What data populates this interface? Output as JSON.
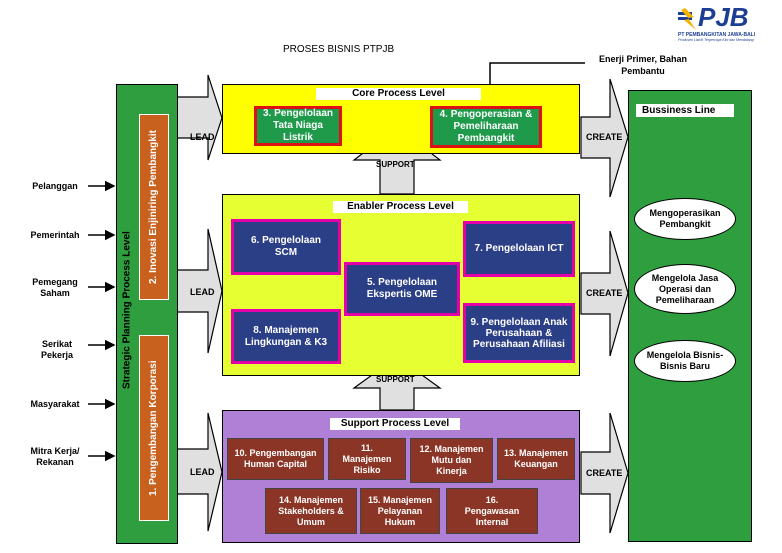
{
  "header": {
    "title": "PROSES BISNIS PTPJB",
    "logo_text": "PJB",
    "company_name": "PT PEMBANGKITAN JAWA-BALI",
    "company_tagline": "Produsen Listrik Terpercaya Kini dan Mendatang"
  },
  "energy_note": "Enerji Primer, Bahan Pembantu",
  "stakeholders": [
    "Pelanggan",
    "Pemerintah",
    "Pemegang Saham",
    "Serikat Pekerja",
    "Masyarakat",
    "Mitra Kerja/ Rekanan"
  ],
  "strategic": {
    "label": "Strategic Planning Process Level",
    "box1": "2. Inovasi Enjiniring Pembangkit",
    "box2": "1. Pengembangan Korporasi"
  },
  "lead_label": "LEAD",
  "create_label": "CREATE",
  "support_label": "SUPPORT",
  "core": {
    "title": "Core Process Level",
    "items": [
      "3. Pengelolaan Tata Niaga Listrik",
      "4. Pengoperasian & Pemeliharaan Pembangkit"
    ]
  },
  "enabler": {
    "title": "Enabler Process Level",
    "items": [
      "6. Pengelolaan SCM",
      "5. Pengelolaan Ekspertis OME",
      "7. Pengelolaan ICT",
      "8. Manajemen Lingkungan & K3",
      "9. Pengelolaan Anak Perusahaan & Perusahaan Afiliasi"
    ]
  },
  "support": {
    "title": "Support Process Level",
    "items": [
      "10. Pengembangan Human Capital",
      "11. Manajemen Risiko",
      "12. Manajemen Mutu dan Kinerja",
      "13. Manajemen Keuangan",
      "14. Manajemen Stakeholders & Umum",
      "15. Manajemen Pelayanan Hukum",
      "16. Pengawasan Internal"
    ]
  },
  "business_line": {
    "title": "Bussiness Line",
    "items": [
      "Mengoperasikan Pembangkit",
      "Mengelola Jasa Operasi dan Pemeliharaan",
      "Mengelola Bisnis-Bisnis Baru"
    ]
  },
  "colors": {
    "green": "#2e9e3e",
    "orange": "#c8611e",
    "yellow": "#ffff00",
    "lime": "#e6ff33",
    "purple": "#b07fd6",
    "navy": "#2b3f86",
    "maroon": "#8b3526",
    "core_box": "#1e9a4a",
    "magenta": "#e400a8",
    "red": "#dd1111"
  }
}
